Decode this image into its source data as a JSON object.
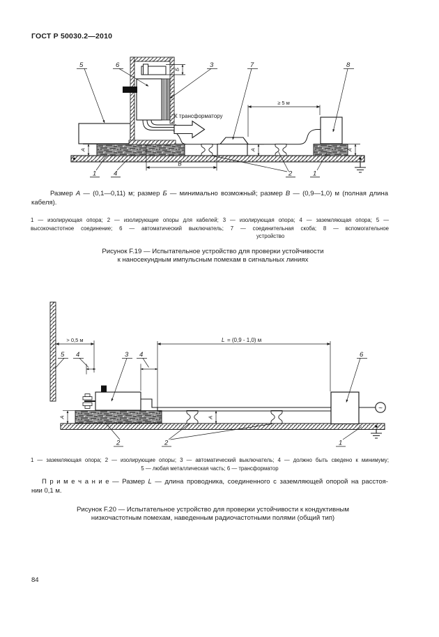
{
  "page": {
    "header": "ГОСТ Р 50030.2—2010",
    "number": "84"
  },
  "fig19": {
    "c5": "5",
    "c6": "6",
    "c3": "3",
    "c7": "7",
    "c8": "8",
    "c1a": "1",
    "c4": "4",
    "c2": "2",
    "c1b": "1",
    "dim_a": "А",
    "dim_b": "Б",
    "dim_v": "В",
    "dim_5m": "≥ 5 м",
    "to_transformer": "К трансформатору",
    "sn1": "Размер ",
    "snA": "А",
    "sn2": " — (0,1—0,11) м;  размер ",
    "snB": "Б",
    "sn3": " — минимально  возможный;  размер ",
    "snV": "В",
    "sn4": " — (0,9—1,0) м (полная длина",
    "sn_line2": "кабеля).",
    "legend1": "1 — изолирующая опора; 2 — изолирующие опоры для кабелей; 3 — изолирующая опора; 4 — заземляющая опора; 5 —",
    "legend2": "высокочастотное соединение; 6 — автоматический выключатель; 7 — соединительная скоба; 8 — вспомогательное",
    "legend3": "устройство",
    "cap1": "Рисунок F.19 — Испытательное устройство для проверки устойчивости",
    "cap2": "к наносекундным импульсным помехам в сигнальных линиях"
  },
  "fig20": {
    "c5": "5",
    "c4a": "4",
    "c3": "3",
    "c4b": "4",
    "c6": "6",
    "c2a": "2",
    "c2b": "2",
    "c1": "1",
    "dim_a": "А",
    "dim_05": "> 0,5 м",
    "dim_l_var": "L",
    "dim_l_rest": "= (0,9 - 1,0) м",
    "ac": "~",
    "legend1": "1 — заземляющая опора; 2 — изолирующие опоры; 3 — автоматический выключатель; 4 — должно быть сведено к минимуму;",
    "legend2": "5 — любая металлическая часть; 6 — трансформатор",
    "note1a": "П р и м е ч а н и е — Размер ",
    "noteL": "L",
    "note1b": " — длина  проводника,  соединенного с заземляющей опорой на расстоя-",
    "note2": "нии 0,1 м.",
    "cap1": "Рисунок F.20 — Испытательное устройство для проверки устойчивости к кондуктивным",
    "cap2": "низкочастотным помехам, наведенным радиочастотными полями (общий тип)"
  }
}
